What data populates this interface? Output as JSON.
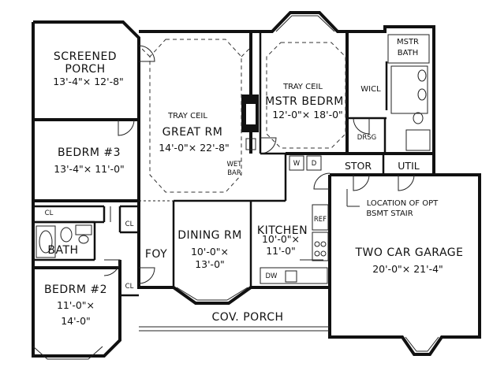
{
  "rooms": {
    "screened_porch": {
      "name_line1": "SCREENED",
      "name_line2": "PORCH",
      "dims": "13'-4\"× 12'-8\""
    },
    "great_rm": {
      "note": "TRAY CEIL",
      "name": "GREAT RM",
      "dims": "14'-0\"× 22'-8\""
    },
    "mstr_bedrm": {
      "note": "TRAY CEIL",
      "name": "MSTR BEDRM",
      "dims": "12'-0\"× 18'-0\""
    },
    "mstr_bath": {
      "name_line1": "MSTR",
      "name_line2": "BATH"
    },
    "wicl": {
      "name": "WICL"
    },
    "drsg": {
      "name": "DRSG"
    },
    "bedrm3": {
      "name": "BEDRM #3",
      "dims": "13'-4\"× 11'-0\""
    },
    "wet_bar": {
      "name_line1": "WET",
      "name_line2": "BAR"
    },
    "w": {
      "name": "W"
    },
    "d": {
      "name": "D"
    },
    "stor": {
      "name": "STOR"
    },
    "util": {
      "name": "UTIL"
    },
    "cl_left": {
      "name": "CL"
    },
    "cl_mid": {
      "name": "CL"
    },
    "cl_lower": {
      "name": "CL"
    },
    "bath": {
      "name": "BATH"
    },
    "dining_rm": {
      "name": "DINING RM",
      "dims_line1": "10'-0\"×",
      "dims_line2": "13'-0\""
    },
    "kitchen": {
      "name": "KITCHEN",
      "dims_line1": "10'-0\"×",
      "dims_line2": "11'-0\""
    },
    "ref": {
      "name": "REF"
    },
    "dw": {
      "name": "DW"
    },
    "foy": {
      "name": "FOY"
    },
    "bedrm2": {
      "name": "BEDRM #2",
      "dims_line1": "11'-0\"×",
      "dims_line2": "14'-0\""
    },
    "cov_porch": {
      "name": "COV. PORCH"
    },
    "garage": {
      "name": "TWO CAR GARAGE",
      "dims": "20'-0\"× 21'-4\""
    },
    "bsmt_stair": {
      "line1": "LOCATION OF OPT",
      "line2": "BSMT STAIR"
    }
  }
}
